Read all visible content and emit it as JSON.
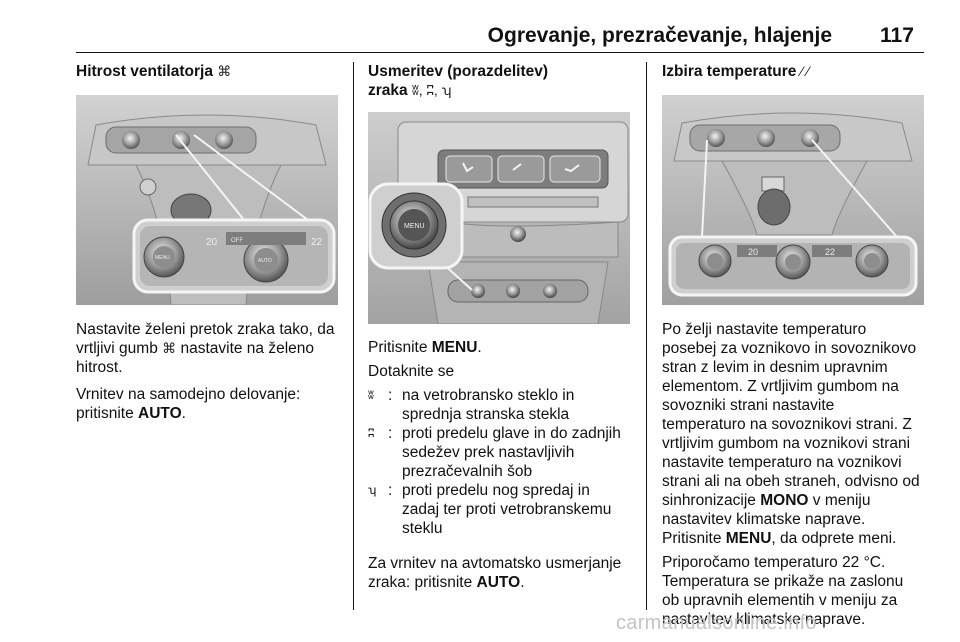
{
  "header": {
    "title": "Ogrevanje, prezračevanje, hlajenje",
    "page_number": "117"
  },
  "col1": {
    "heading": "Hitrost ventilatorja",
    "heading_icon": "⌘",
    "photo_labels": {
      "left_temp": "20",
      "off": "OFF",
      "right_temp": "22",
      "knob_left": "MENU",
      "knob_right": "AUTO"
    },
    "para1_line1": "Nastavite želeni pretok zraka tako, da",
    "para1_line2_a": "vrtljivi gumb",
    "para1_line2_icon": "⌘",
    "para1_line2_b": "nastavite na želeno",
    "para1_line3": "hitrost.",
    "para2_line1": "Vrnitev na samodejno delovanje:",
    "para2_line2_a": "pritisnite",
    "para2_line2_keyword": "AUTO",
    "para2_line2_b": "."
  },
  "col2": {
    "heading_line1": "Usmeritev (porazdelitev)",
    "heading_line2_a": "zraka",
    "heading_icons": "ʬ, ʭ, ʮ",
    "photo_labels": {
      "knob": "MENU"
    },
    "para1_a": "Pritisnite",
    "para1_keyword": "MENU",
    "para1_b": ".",
    "para2": "Dotaknite se",
    "defs": [
      {
        "icon": "ʬ",
        "colon": ":",
        "lines": [
          "na vetrobransko steklo in",
          "sprednja stranska stekla"
        ]
      },
      {
        "icon": "ʭ",
        "colon": ":",
        "lines": [
          "proti predelu glave in do zadnjih",
          "sedežev prek nastavljivih",
          "prezračevalnih šob"
        ]
      },
      {
        "icon": "ʮ",
        "colon": ":",
        "lines": [
          "proti predelu nog spredaj in",
          "zadaj ter proti vetrobranskemu",
          "steklu"
        ]
      }
    ],
    "para3_line1": "Za vrnitev na avtomatsko usmerjanje",
    "para3_line2_a": "zraka: pritisnite",
    "para3_line2_keyword": "AUTO",
    "para3_line2_b": "."
  },
  "col3": {
    "heading": "Izbira temperature",
    "heading_icons": "⁄  ⁄",
    "photo_labels": {
      "left_temp": "20",
      "right_temp": "22"
    },
    "para1_lines": [
      "Po želji nastavite temperaturo",
      "posebej za voznikovo in sovoznikovo",
      "stran z levim in desnim upravnim",
      "elementom. Z vrtljivim gumbom na",
      "sovozniki strani nastavite",
      "temperaturo na sovoznikovi strani. Z",
      "vrtljivim gumbom na voznikovi strani",
      "nastavite temperaturo na voznikovi",
      "strani ali na obeh straneh, odvisno od"
    ],
    "para1_line10_a": "sinhronizacije",
    "para1_line10_keyword": "MONO",
    "para1_line10_b": "v meniju",
    "para1_line11": "nastavitev klimatske naprave.",
    "para1_line12_a": "Pritisnite",
    "para1_line12_keyword": "MENU",
    "para1_line12_b": ", da odprete meni.",
    "para2_lines": [
      "Priporočamo temperaturo 22 °C.",
      "Temperatura se prikaže na zaslonu",
      "ob upravnih elementih v meniju za",
      "nastavitev klimatske naprave."
    ]
  },
  "watermark": "carmanualsonline.info"
}
